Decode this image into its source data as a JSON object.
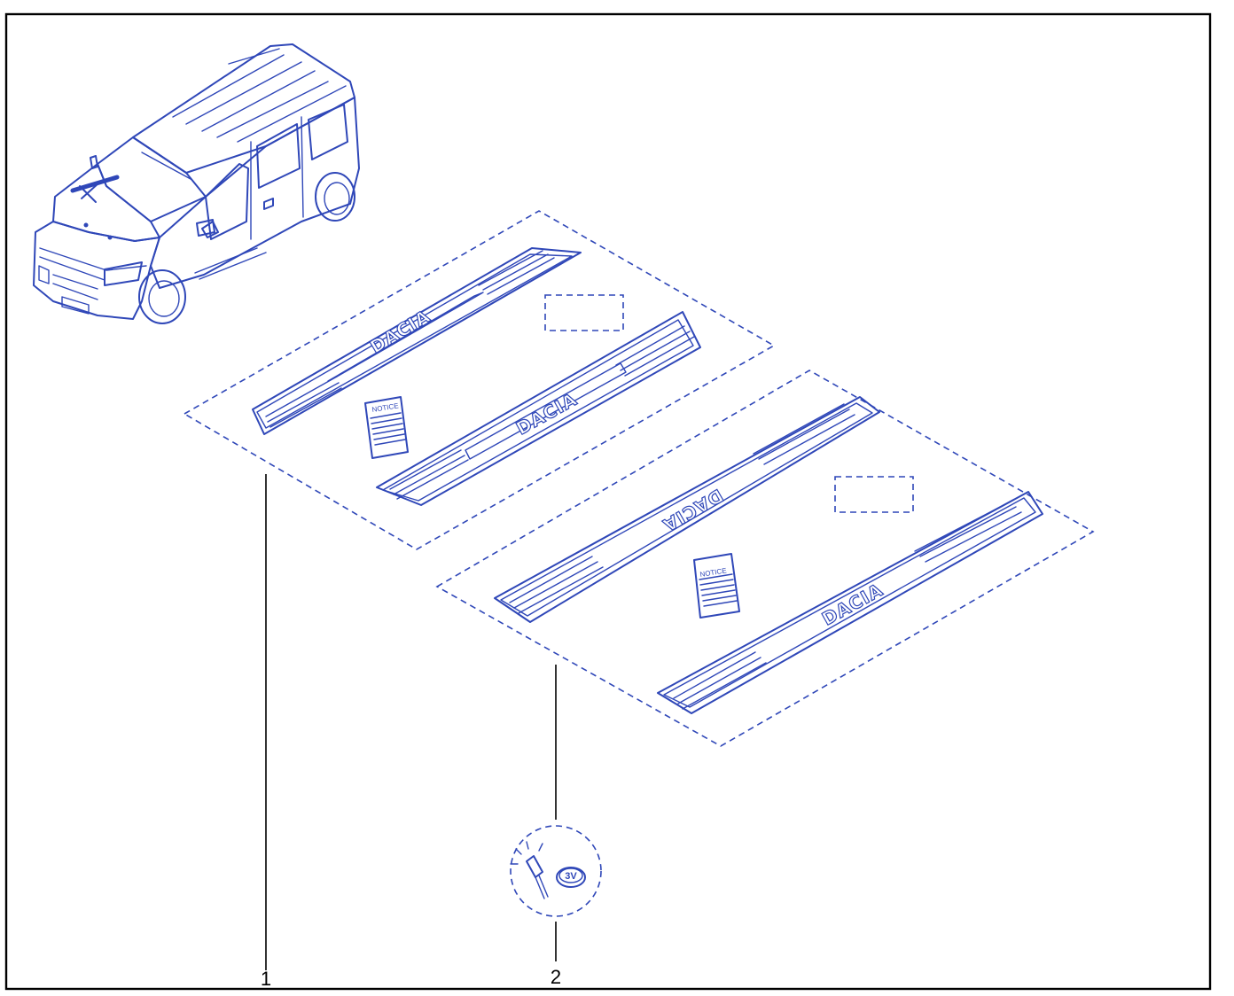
{
  "diagram": {
    "callouts": {
      "item_1": "1",
      "item_2": "2"
    },
    "sill_brand": "DACIA",
    "notice_label": "NOTICE",
    "battery_label": "3V",
    "colors": {
      "line": "#2f47b8",
      "frame": "#000000",
      "background": "#ffffff"
    }
  }
}
